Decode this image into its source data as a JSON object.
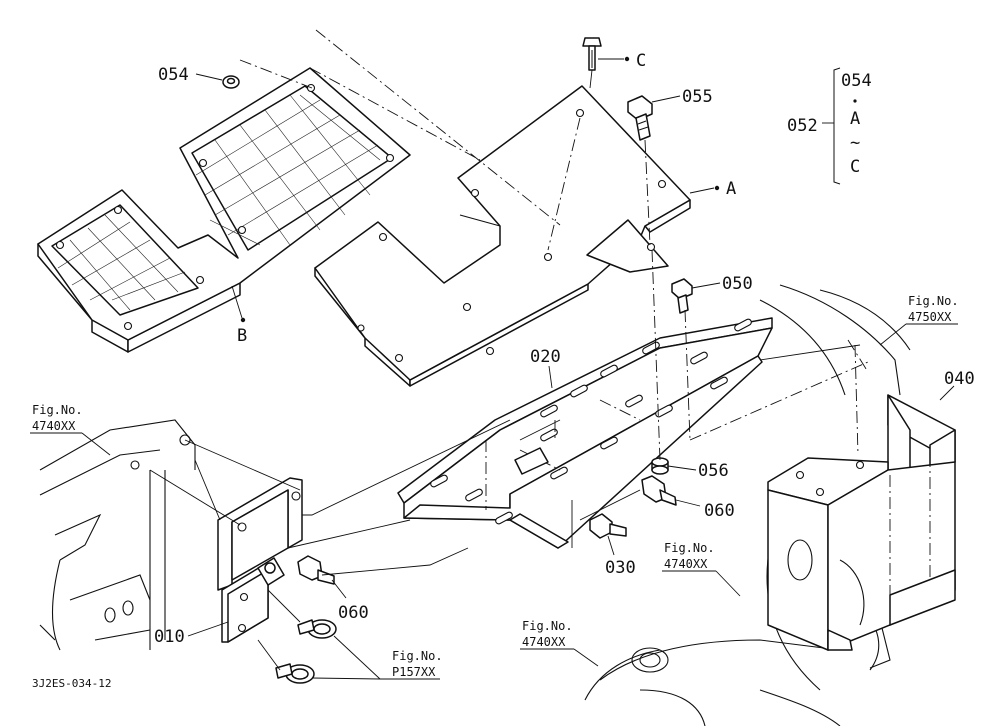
{
  "labels": {
    "p054": "054",
    "pC": "C",
    "p055": "055",
    "p052": "052",
    "kit_054": "054",
    "kit_A": "A",
    "kit_tilde": "~",
    "kit_C": "C",
    "pA": "A",
    "pB": "B",
    "p050": "050",
    "p020": "020",
    "p040": "040",
    "p056": "056",
    "p060_right": "060",
    "p030": "030",
    "p060_left": "060",
    "p010": "010"
  },
  "figure_refs": {
    "fig_4750_t": "Fig.No.",
    "fig_4750_n": "4750XX",
    "fig_4740_left_t": "Fig.No.",
    "fig_4740_left_n": "4740XX",
    "fig_4740_mid_t": "Fig.No.",
    "fig_4740_mid_n": "4740XX",
    "fig_4740_bot_t": "Fig.No.",
    "fig_4740_bot_n": "4740XX",
    "fig_p157_t": "Fig.No.",
    "fig_p157_n": "P157XX"
  },
  "drawing_code": "3J2ES-034-12"
}
